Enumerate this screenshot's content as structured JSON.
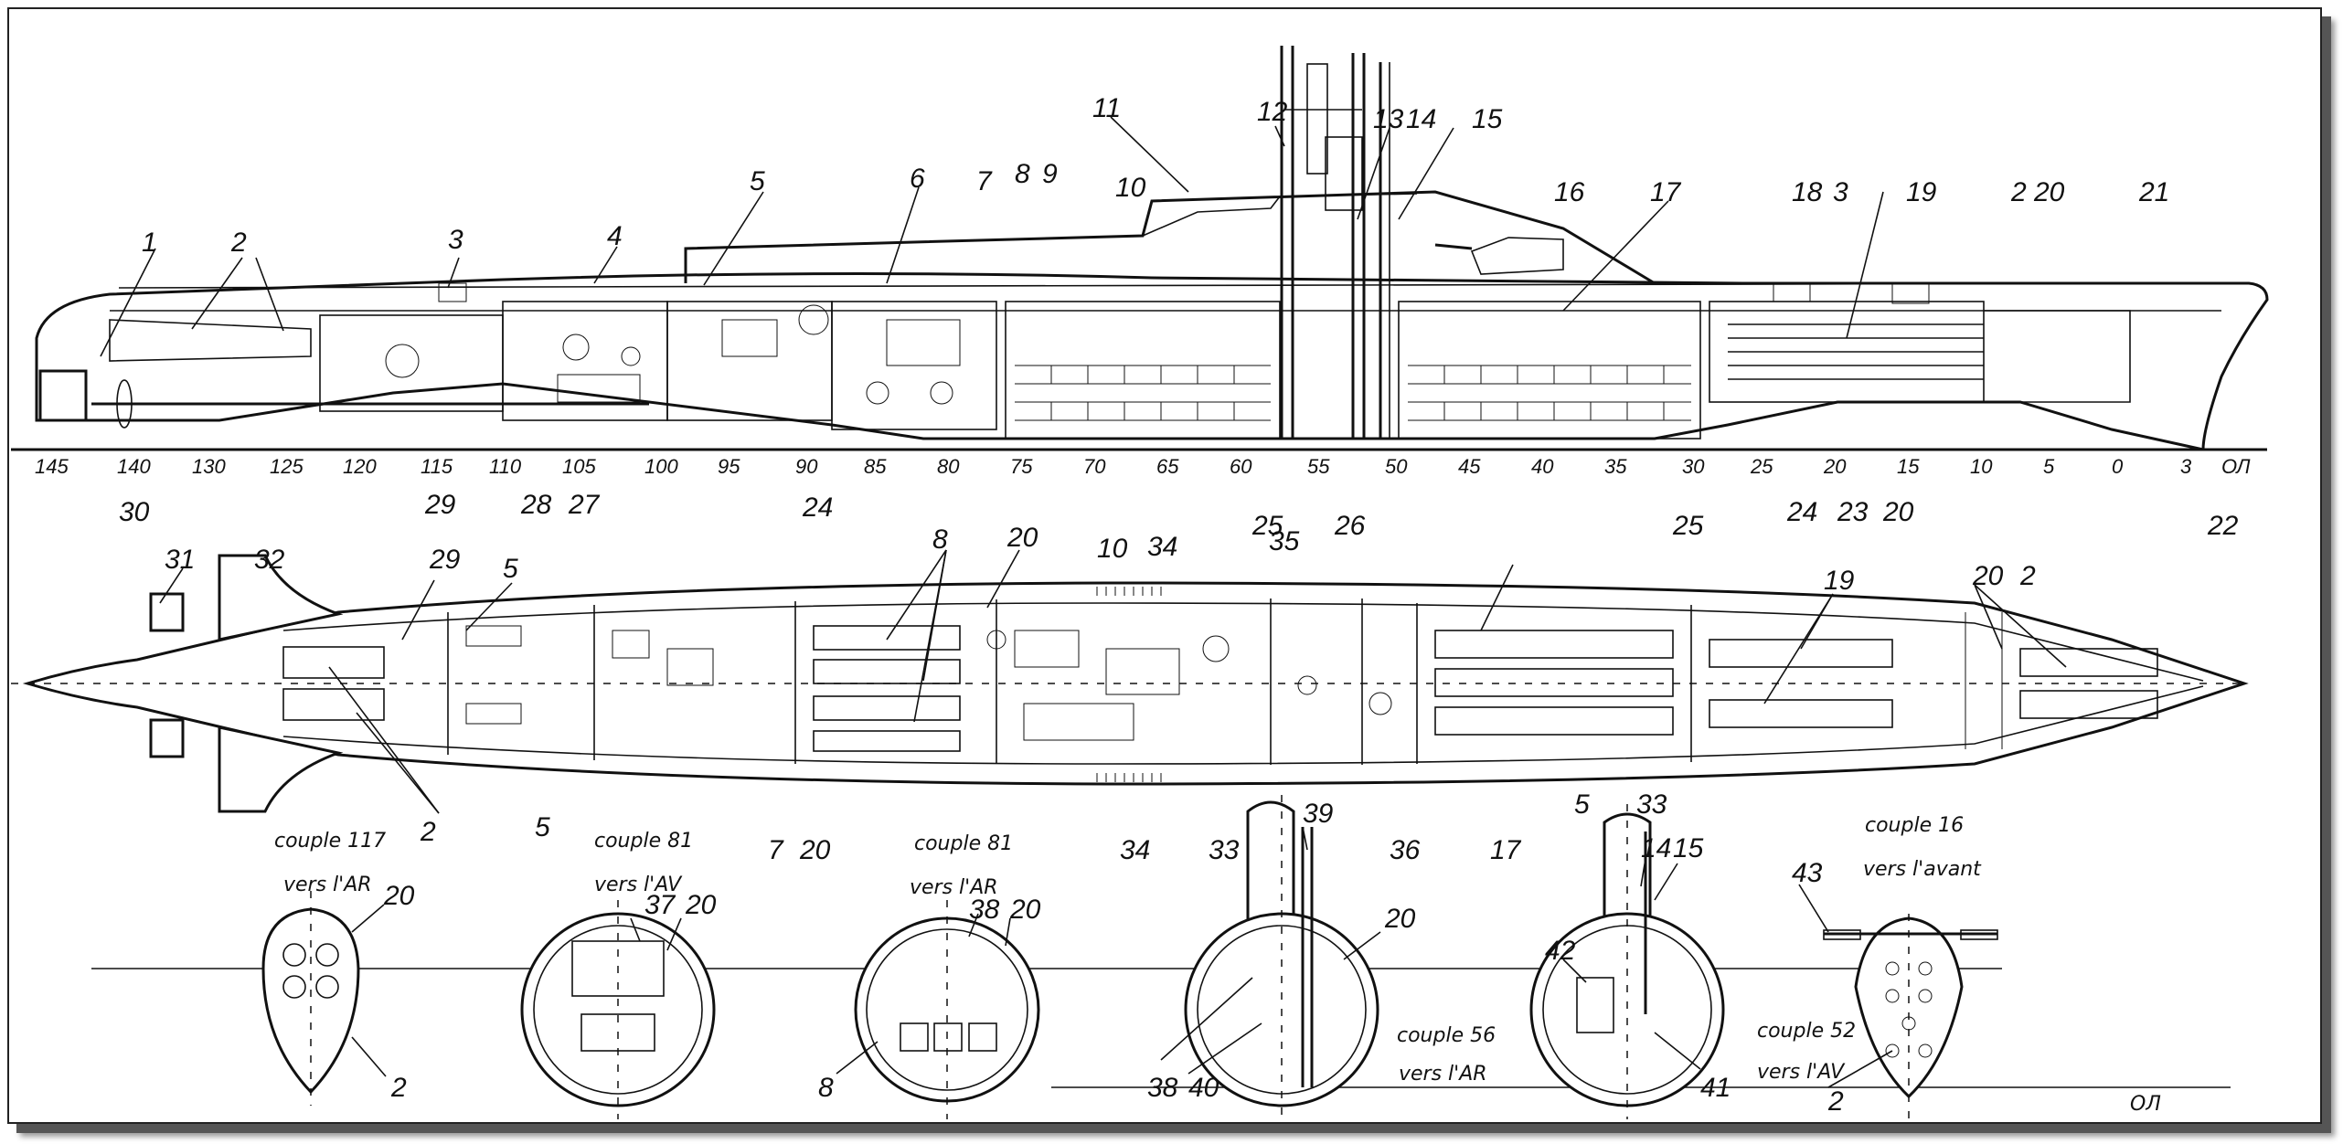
{
  "side_labels": [
    "1",
    "2",
    "3",
    "4",
    "5",
    "6",
    "7",
    "8",
    "9",
    "10",
    "11",
    "12",
    "13",
    "14",
    "15",
    "16",
    "17",
    "18",
    "3",
    "19",
    "2",
    "20",
    "21",
    "30",
    "29",
    "28",
    "27",
    "24",
    "25",
    "26",
    "25",
    "24",
    "23",
    "20",
    "22"
  ],
  "frame_numbers": [
    "145",
    "140",
    "130",
    "125",
    "120",
    "115",
    "110",
    "105",
    "100",
    "95",
    "90",
    "85",
    "80",
    "75",
    "70",
    "65",
    "60",
    "55",
    "50",
    "45",
    "40",
    "35",
    "30",
    "25",
    "20",
    "15",
    "10",
    "5",
    "0",
    "3",
    "ОЛ"
  ],
  "plan_labels": [
    "31",
    "32",
    "29",
    "5",
    "8",
    "20",
    "10",
    "34",
    "35",
    "19",
    "20",
    "2",
    "2",
    "5",
    "7",
    "20",
    "34",
    "33",
    "36",
    "17",
    "5",
    "33"
  ],
  "sections": [
    {
      "caption_1": "couple 117",
      "caption_2": "vers l'AR",
      "labels": [
        "20",
        "2"
      ]
    },
    {
      "caption_1": "couple 81",
      "caption_2": "vers l'AV",
      "labels": [
        "37",
        "20"
      ]
    },
    {
      "caption_1": "couple 81",
      "caption_2": "vers l'AR",
      "labels": [
        "38",
        "20",
        "8"
      ]
    },
    {
      "caption_1": "couple 56",
      "caption_2": "vers l'AR",
      "labels": [
        "39",
        "20",
        "38",
        "40"
      ]
    },
    {
      "caption_1": "",
      "caption_2": "",
      "labels": [
        "14",
        "15",
        "42",
        "41"
      ]
    },
    {
      "caption_1": "couple 16",
      "caption_2": "vers l'avant",
      "caption_3": "couple 52",
      "caption_4": "vers l'AV",
      "labels": [
        "43",
        "2"
      ]
    }
  ],
  "baseline_label": "ОЛ"
}
